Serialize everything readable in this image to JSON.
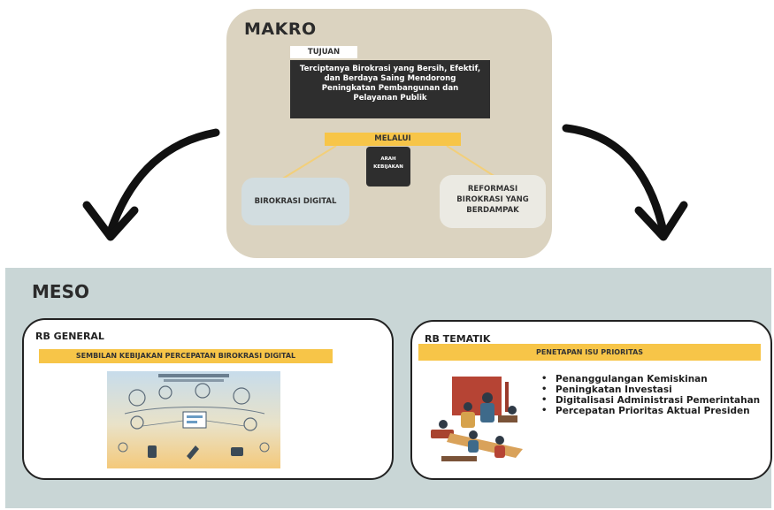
{
  "makro": {
    "title": "MAKRO",
    "tujuan_label": "TUJUAN",
    "tujuan_text": "Terciptanya Birokrasi yang Bersih, Efektif, dan Berdaya Saing Mendorong Peningkatan Pembangunan dan Pelayanan Publik",
    "melalui_label": "MELALUI",
    "arah_line1": "ARAH",
    "arah_line2": "KEBIJAKAN",
    "digital_label": "BIROKRASI DIGITAL",
    "reformasi_line1": "REFORMASI",
    "reformasi_line2": "BIROKRASI YANG",
    "reformasi_line3": "BERDAMPAK",
    "bg_color": "#dbd3c0",
    "accent": "#f7c548"
  },
  "meso": {
    "title": "MESO",
    "bg_color": "#c9d6d6",
    "general": {
      "heading": "RB GENERAL",
      "bar_label": "SEMBILAN KEBIJAKAN PERCEPATAN BIROKRASI DIGITAL",
      "infographic_icon": "digital-government-infographic"
    },
    "tematik": {
      "heading": "RB TEMATIK",
      "bar_label": "PENETAPAN ISU PRIORITAS",
      "illustration_icon": "people-working-illustration",
      "items": [
        "Penanggulangan Kemiskinan",
        "Peningkatan Investasi",
        "Digitalisasi Administrasi Pemerintahan",
        "Percepatan Prioritas Aktual Presiden"
      ]
    }
  },
  "arrows": {
    "left_icon": "curved-arrow-down-left-icon",
    "right_icon": "curved-arrow-down-right-icon"
  }
}
